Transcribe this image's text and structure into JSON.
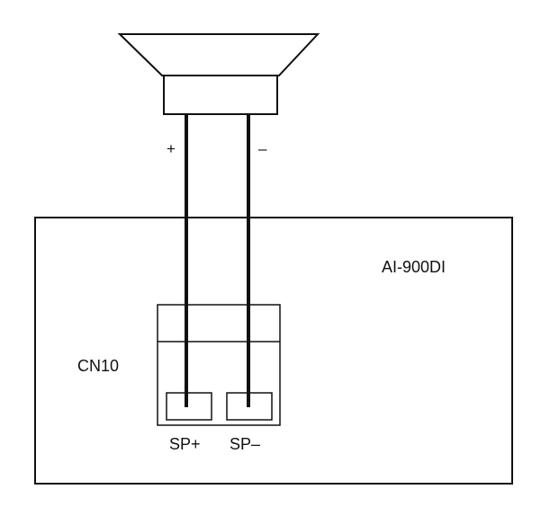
{
  "speaker": {
    "plus_label": "+",
    "minus_label": "–"
  },
  "device": {
    "model_label": "AI-900DI"
  },
  "connector": {
    "name_label": "CN10",
    "terminals": [
      {
        "label": "SP+"
      },
      {
        "label": "SP–"
      }
    ]
  },
  "colors": {
    "line": "#111111",
    "background": "#ffffff"
  }
}
